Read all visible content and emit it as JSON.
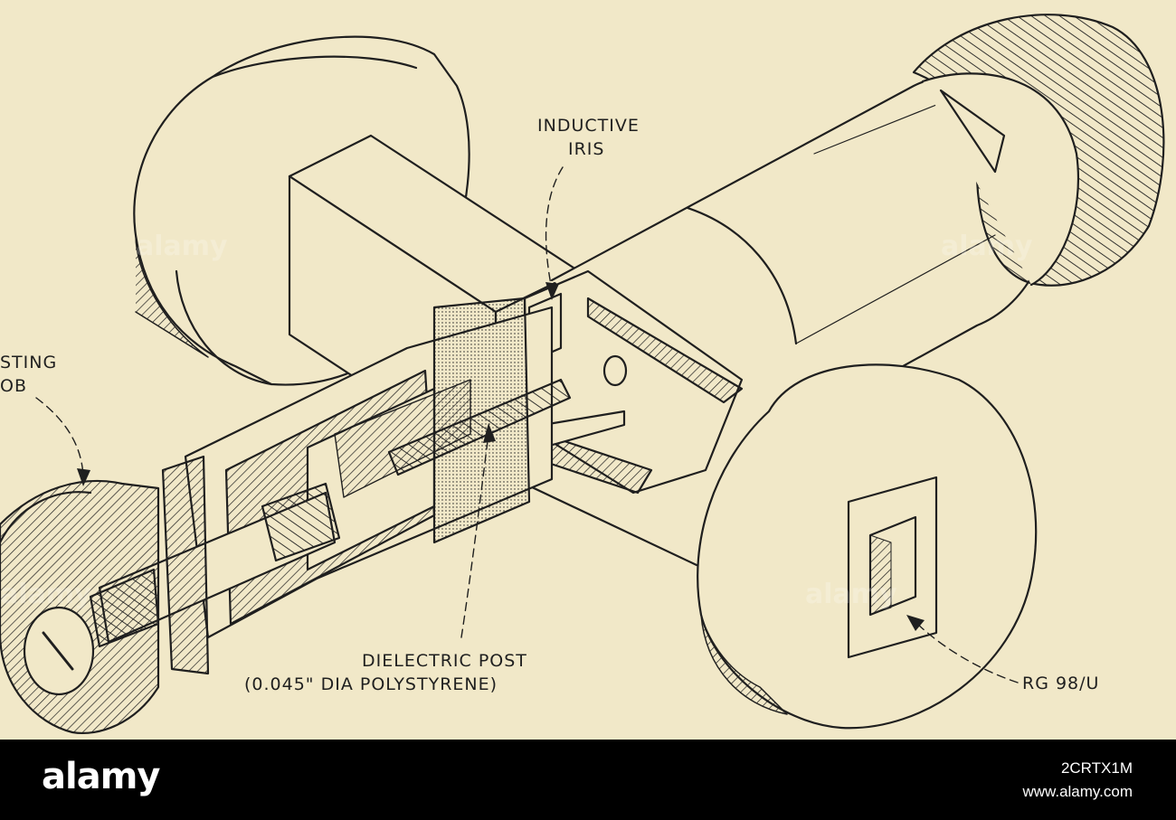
{
  "labels": {
    "inductive_iris_line1": "INDUCTIVE",
    "inductive_iris_line2": "IRIS",
    "adjusting_knob_line1": "STING",
    "adjusting_knob_line2": "OB",
    "dielectric_post_line1": "DIELECTRIC  POST",
    "dielectric_post_line2": "(0.045\" DIA  POLYSTYRENE)",
    "waveguide_type": "RG 98/U"
  },
  "watermark": {
    "brand": "alamy",
    "image_id": "2CRTX1M",
    "url": "www.alamy.com"
  },
  "colors": {
    "paper": "#f1e8c8",
    "ink": "#1f1f1f",
    "bar": "#000000"
  }
}
